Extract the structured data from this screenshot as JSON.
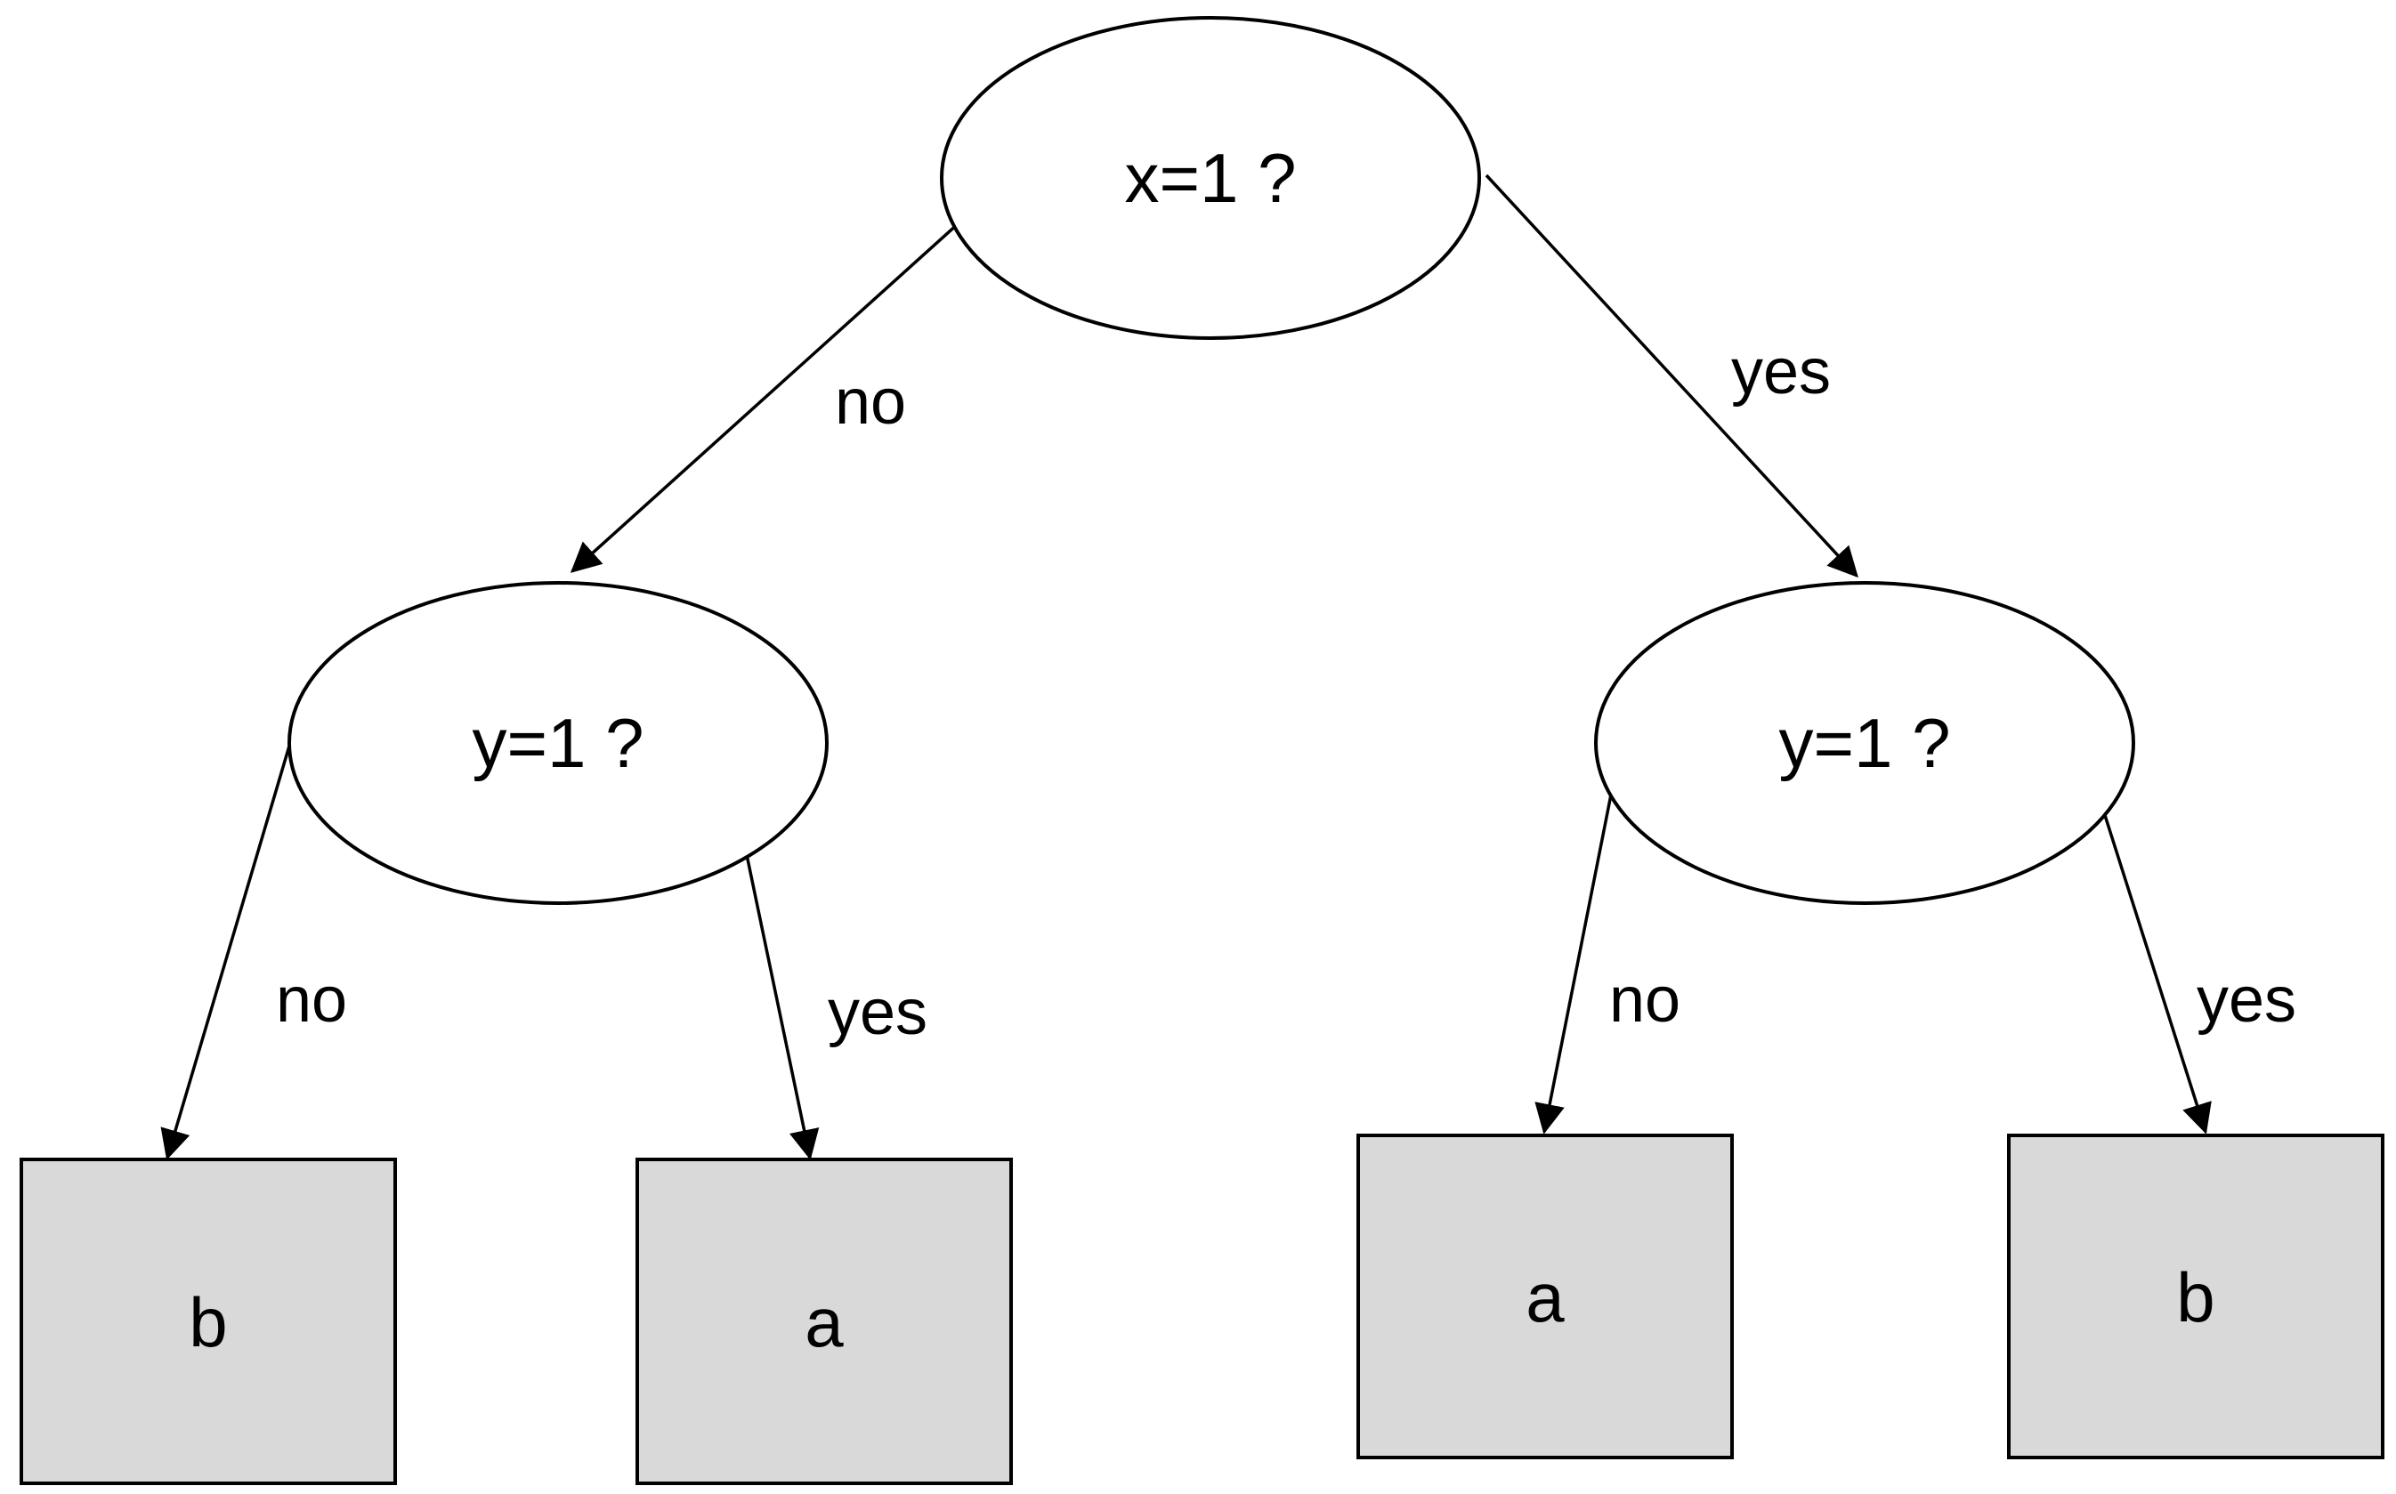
{
  "tree": {
    "root": {
      "label": "x=1 ?"
    },
    "left_decision": {
      "label": "y=1 ?"
    },
    "right_decision": {
      "label": "y=1 ?"
    },
    "leaves": [
      {
        "label": "b"
      },
      {
        "label": "a"
      },
      {
        "label": "a"
      },
      {
        "label": "b"
      }
    ],
    "edges": {
      "root_left": "no",
      "root_right": "yes",
      "left_no": "no",
      "left_yes": "yes",
      "right_no": "no",
      "right_yes": "yes"
    }
  },
  "colors": {
    "leaf_fill": "#d9d9d9",
    "stroke": "#000000",
    "background": "#ffffff"
  }
}
